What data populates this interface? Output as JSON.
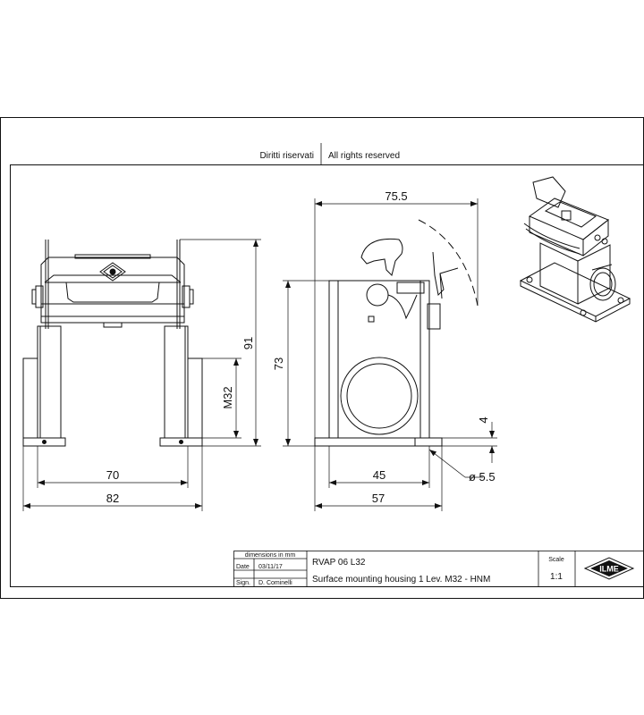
{
  "header": {
    "rights_it": "Diritti riservati",
    "rights_en": "All rights reserved"
  },
  "dimensions": {
    "width_top": "75.5",
    "height_91": "91",
    "height_73": "73",
    "thread": "M32",
    "base_70": "70",
    "base_82": "82",
    "base_45": "45",
    "base_57": "57",
    "hole": "ø 5.5",
    "thickness": "4"
  },
  "title_block": {
    "units_note": "dimensions in mm",
    "date_label": "Date",
    "date_value": "03/11/17",
    "sign_label": "Sign.",
    "sign_value": "D. Cominelli",
    "part_code": "RVAP 06 L32",
    "description": "Surface mounting housing 1 Lev. M32 - HNM",
    "scale_label": "Scale",
    "scale_value": "1:1",
    "logo_text": "ILME"
  }
}
